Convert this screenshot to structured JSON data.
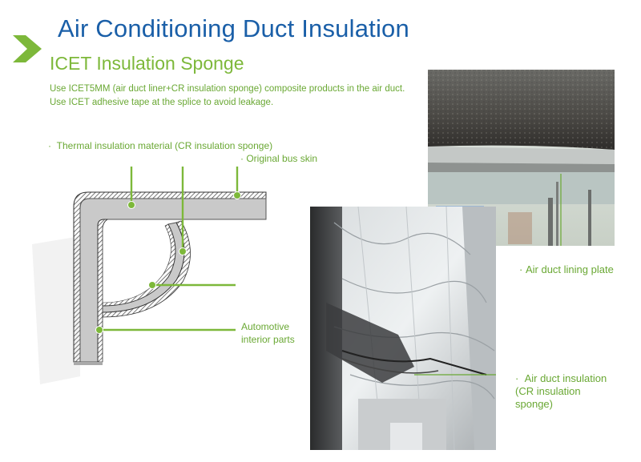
{
  "header": {
    "title": "Air Conditioning Duct Insulation",
    "icon": "chevron-right-icon"
  },
  "section": {
    "subtitle": "ICET  Insulation Sponge",
    "description": "Use ICET5MM (air duct liner+CR  insulation sponge) composite products in the air duct. Use ICET adhesive tape at the splice to avoid leakage."
  },
  "diagram_labels": {
    "thermal": "Thermal insulation material (CR insulation sponge)",
    "bus_skin": "Original bus skin",
    "interior": "Automotive\ninterior parts",
    "bullet": "·"
  },
  "photo_labels": {
    "lining_plate": "Air duct lining plate",
    "insulation": "Air duct insulation\n(CR  insulation\n sponge)",
    "bullet": "·"
  },
  "colors": {
    "title": "#1a5fa8",
    "accent_green": "#7db83a",
    "text_green": "#6aa834"
  }
}
